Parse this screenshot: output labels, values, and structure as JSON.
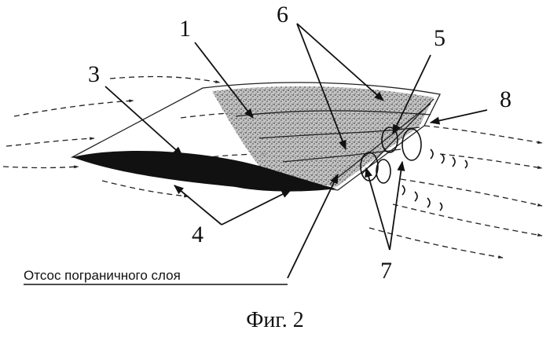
{
  "figure": {
    "callouts": {
      "c1": "1",
      "c3": "3",
      "c4": "4",
      "c5": "5",
      "c6": "6",
      "c7": "7",
      "c8": "8"
    },
    "annotation": "Отсос пограничного слоя",
    "caption": "Фиг. 2"
  },
  "colors": {
    "ink": "#111111",
    "paper": "#ffffff",
    "porous_region": "#555555"
  },
  "icons": [
    "arrowhead-icon",
    "vortex-icon"
  ]
}
